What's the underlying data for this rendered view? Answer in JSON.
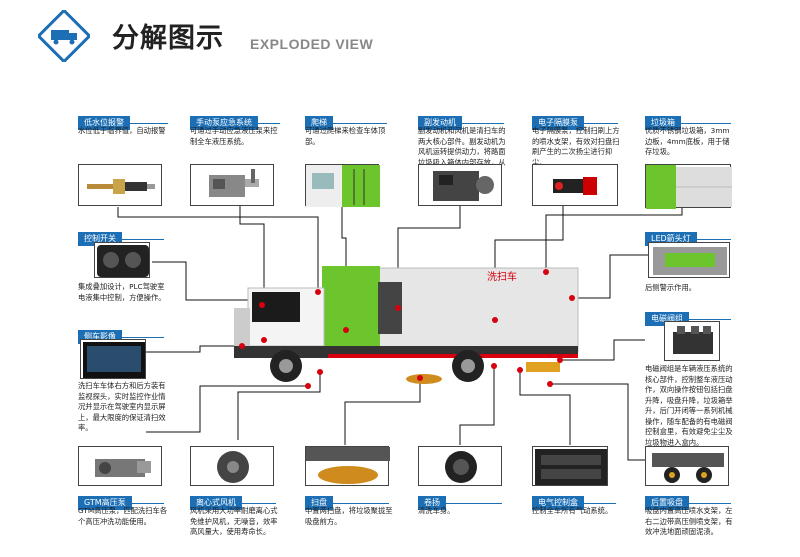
{
  "header": {
    "title_cn": "分解图示",
    "title_en": "EXPLODED VIEW"
  },
  "colors": {
    "accent": "#1d6fb5",
    "truck_green": "#6cc52d",
    "callout": "#d8000f"
  },
  "components": {
    "water_alarm": {
      "label": "低水位报警",
      "desc": "水位低于临界值，自动报警"
    },
    "manual_pump": {
      "label": "手动泵应急系统",
      "desc": "可通过手动应急液压泵来控制全车液压系统。"
    },
    "ladder": {
      "label": "爬梯",
      "desc": "可通过爬梯来检查车体顶部。"
    },
    "aux_engine": {
      "label": "副发动机",
      "desc": "副发动机和风机是清扫车的两大核心部件。副发动机为风机运转提供动力，将路面垃圾吸入箱体内部存放，从而实现路面清洁作用。"
    },
    "diaphragm_pump": {
      "label": "电子隔膜泵",
      "desc": "电子隔膜泵，控制扫刷上方的喷水支架，有效对扫盘扫刷产生的二次扬尘进行抑尘。"
    },
    "garbage_bin": {
      "label": "垃圾箱",
      "desc": "优质不锈钢垃圾箱，3mm边板，4mm底板，用于储存垃圾。"
    },
    "control_switch": {
      "label": "控制开关",
      "desc": "集成叠加设计，PLC驾驶室电液集中控制，方便操作。"
    },
    "led_light": {
      "label": "LED箭头灯",
      "desc": "后侧警示作用。"
    },
    "side_camera": {
      "label": "侧车影像",
      "desc": "洗扫车车体右方和后方装有监视探头，实时监控作业情况并显示在驾驶室内显示屏上，最大限度的保证清扫效率。"
    },
    "solenoid_valve": {
      "label": "电磁阀组",
      "desc": "电磁阀组是车辆液压系统的核心部件，控制整车液压动作，双向操作按钮包括扫盘升降，吸盘升降，垃圾箱举升，后门开闭等一系列机械操作，随车配备的有电磁阀控制盒里，有效避免尘尘及垃圾物进入盒内。"
    },
    "gtm_pump": {
      "label": "GTM高压泵",
      "desc": "GTM高压泵，匹配洗扫车各个高压冲洗功能使用。"
    },
    "centrifugal_fan": {
      "label": "离心式风机",
      "desc": "风机采用大功率耐磨离心式免维护风机，无噪音，效率高风量大，使用寿命长。"
    },
    "sweep_disc": {
      "label": "扫盘",
      "desc": "中置两扫盘，将垃圾聚拢至吸盘前方。"
    },
    "hose_reel": {
      "label": "卷扬",
      "desc": "清洗车身。"
    },
    "electric_box": {
      "label": "电气控制盒",
      "desc": "控制全车所有气动系统。"
    },
    "rear_suction": {
      "label": "后置吸盘",
      "desc": "吸盘内置高压喷水支架，左右二边带高压侧喷支架，有效冲洗地面顽固泥渍。"
    }
  },
  "truck": {
    "body_text": "洗扫车"
  }
}
